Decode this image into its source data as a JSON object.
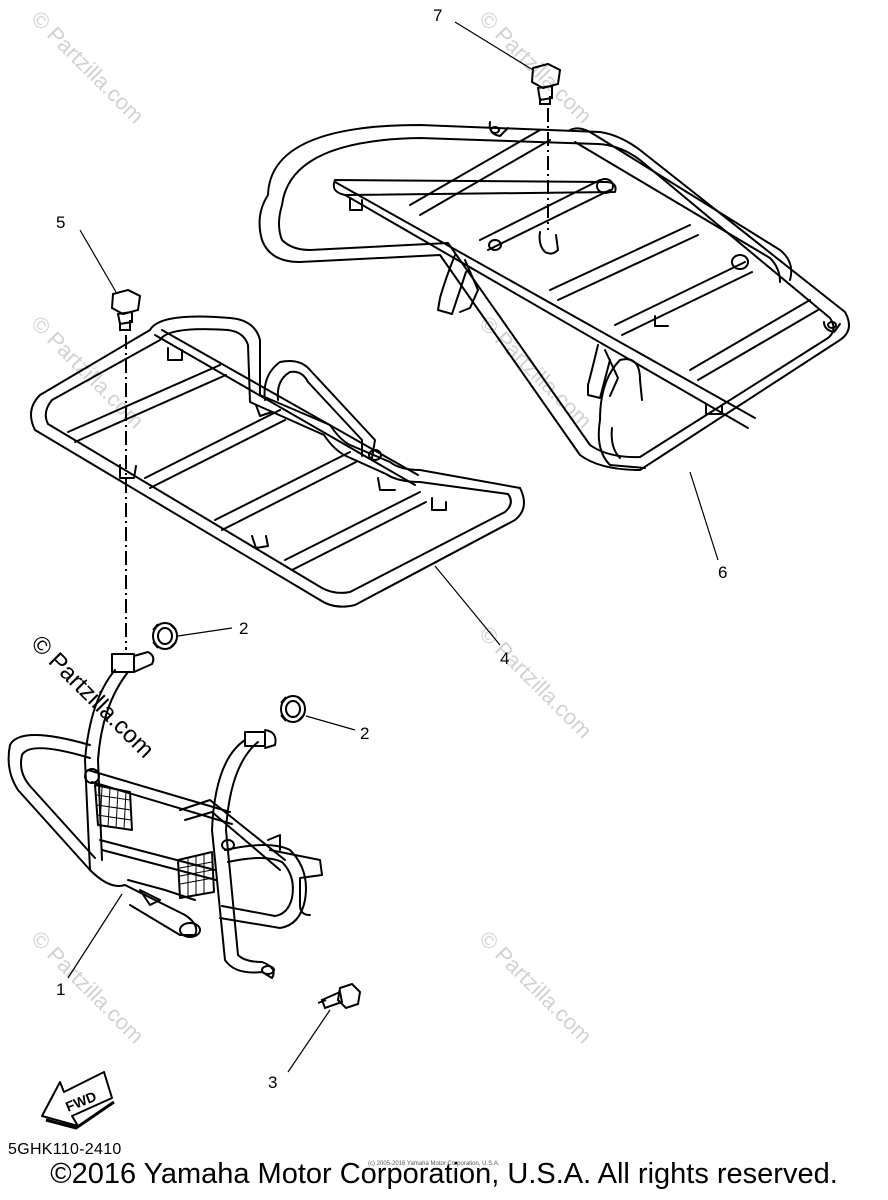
{
  "callouts": {
    "c1": "1",
    "c2a": "2",
    "c2b": "2",
    "c3": "3",
    "c4": "4",
    "c5": "5",
    "c6": "6",
    "c7": "7"
  },
  "watermark": {
    "text": "© Partzilla.com",
    "big_text": "© Partzilla.com"
  },
  "fwd_label": "FWD",
  "part_code": "5GHK110-2410",
  "tiny_copyright": "(c) 2005-2016 Yamaha Motor Corporation, U.S.A.",
  "copyright": "©2016 Yamaha Motor Corporation, U.S.A. All rights reserved."
}
